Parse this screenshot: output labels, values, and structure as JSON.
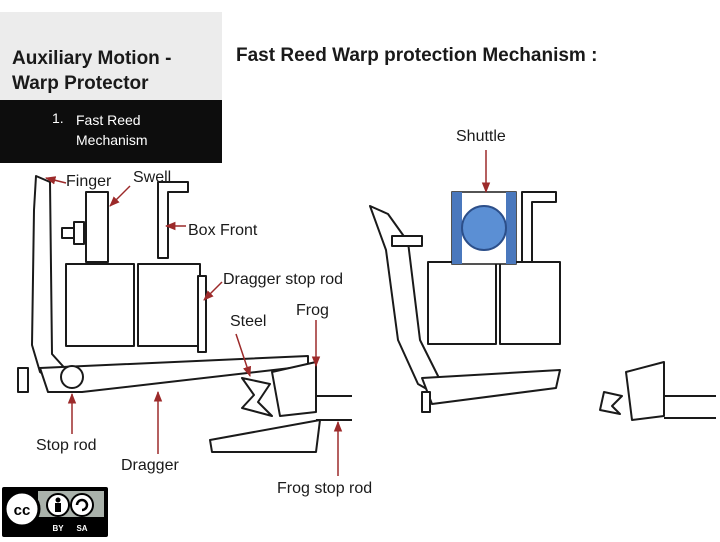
{
  "title": {
    "line1": "Auxiliary Motion -",
    "line2": "Warp Protector"
  },
  "heading": "Fast Reed Warp protection Mechanism :",
  "subsection": {
    "number": "1.",
    "line1": "Fast Reed",
    "line2": "Mechanism"
  },
  "labels": {
    "finger": "Finger",
    "swell": "Swell",
    "box_front": "Box Front",
    "dragger_stop_rod": "Dragger stop rod",
    "steel": "Steel",
    "frog": "Frog",
    "shuttle": "Shuttle",
    "stop_rod": "Stop rod",
    "dragger": "Dragger",
    "frog_stop_rod": "Frog stop rod"
  },
  "license": {
    "cc": "cc",
    "by": "BY",
    "sa": "SA"
  },
  "colors": {
    "shuttle_fill": "#5b8fd4",
    "shuttle_frame": "#4a78bd",
    "arrow": "#9c2a2a"
  }
}
